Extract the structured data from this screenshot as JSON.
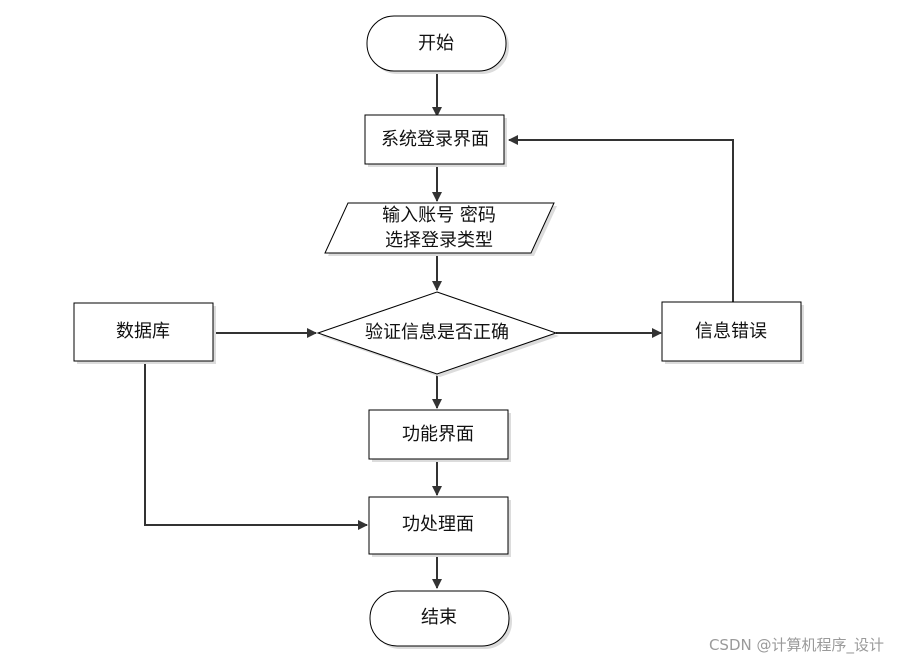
{
  "nodes": {
    "start": "开始",
    "login_screen": "系统登录界面",
    "input_line1": "输入账号 密码",
    "input_line2": "选择登录类型",
    "database": "数据库",
    "verify": "验证信息是否正确",
    "error": "信息错误",
    "function_screen": "功能界面",
    "process_screen": "功处理面",
    "end": "结束"
  },
  "watermark": "CSDN @计算机程序_设计"
}
